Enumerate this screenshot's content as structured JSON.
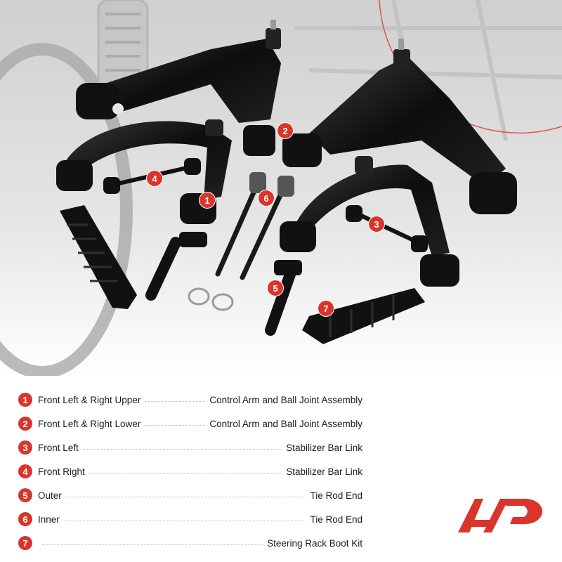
{
  "brand": {
    "accent_color": "#d9352a",
    "logo_icon": "a-premium-logo-icon"
  },
  "callouts": [
    "1",
    "2",
    "3",
    "4",
    "5",
    "6",
    "7"
  ],
  "legend": [
    {
      "num": "1",
      "left": "Front Left & Right Upper",
      "right": "Control Arm and Ball Joint Assembly"
    },
    {
      "num": "2",
      "left": "Front Left & Right Lower",
      "right": "Control Arm and Ball Joint Assembly"
    },
    {
      "num": "3",
      "left": "Front Left",
      "right": "Stabilizer Bar Link"
    },
    {
      "num": "4",
      "left": "Front Right",
      "right": "Stabilizer Bar Link"
    },
    {
      "num": "5",
      "left": "Outer",
      "right": "Tie Rod End"
    },
    {
      "num": "6",
      "left": "Inner",
      "right": "Tie Rod End"
    },
    {
      "num": "7",
      "left": "",
      "right": "Steering Rack Boot Kit"
    }
  ]
}
